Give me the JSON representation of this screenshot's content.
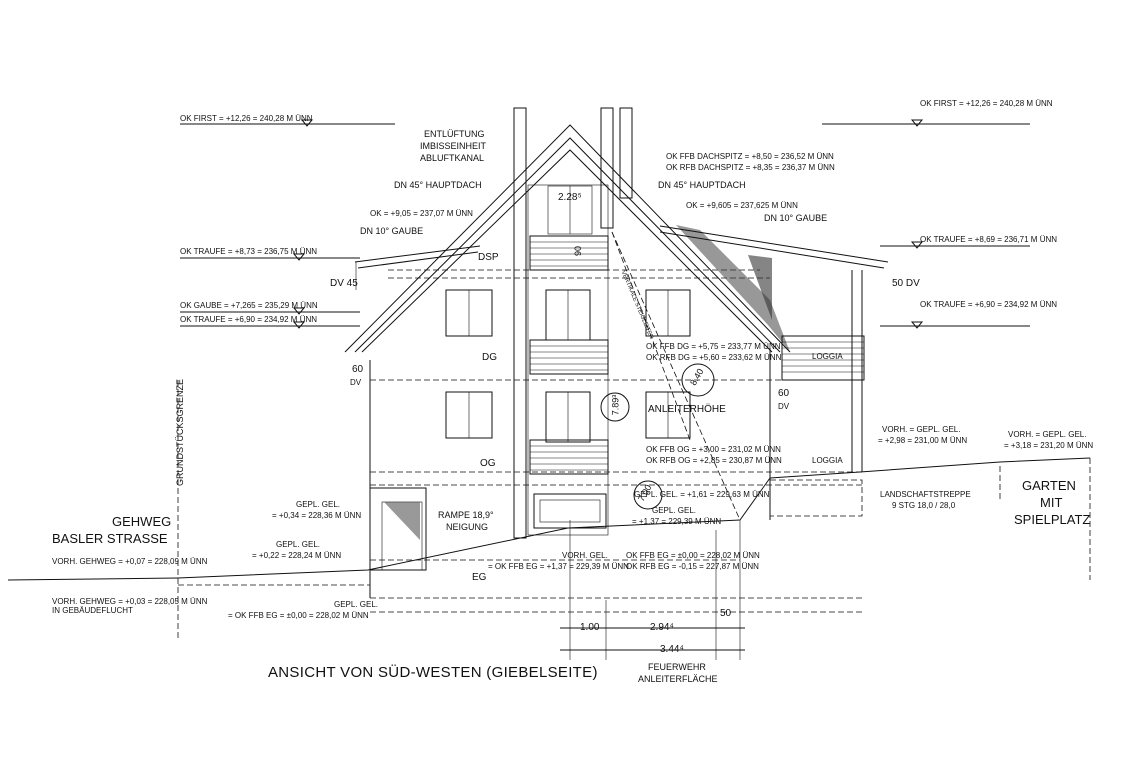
{
  "title": "ANSICHT VON SÜD-WESTEN (GIEBELSEITE)",
  "left_labels": {
    "gehweg": "GEHWEG",
    "street": "BASLER STRASSE",
    "grenze": "GRUNDSTÜCKSGRENZE",
    "vorh_gehweg_1": "VORH. GEHWEG = +0,07 = 228,09 M ÜNN",
    "vorh_gehweg_2": "VORH. GEHWEG = +0,03 = 228,05 M ÜNN",
    "in_flucht": "IN GEBÄUDEFLUCHT"
  },
  "right_labels": {
    "garten": "GARTEN",
    "mit": "MIT",
    "spielplatz": "SPIELPLATZ",
    "vorh_gel_a": "VORH. = GEPL. GEL.",
    "vorh_gel_a_val": "= +2,98 = 231,00 M ÜNN",
    "vorh_gel_b": "VORH. = GEPL. GEL.",
    "vorh_gel_b_val": "= +3,18 = 231,20 M ÜNN",
    "landschaft": "LANDSCHAFTSTREPPE",
    "stg": "9 STG 18,0 / 28,0"
  },
  "levels_left": {
    "ok_first": "OK FIRST = +12,26 = 240,28 M ÜNN",
    "ok_traufe_1": "OK TRAUFE = +8,73 = 236,75 M ÜNN",
    "ok_gaube": "OK GAUBE = +7,265 = 235,29 M ÜNN",
    "ok_traufe_2": "OK TRAUFE = +6,90 = 234,92 M ÜNN"
  },
  "levels_right": {
    "ok_first": "OK FIRST = +12,26 = 240,28 M ÜNN",
    "ok_traufe_1": "OK TRAUFE = +8,69 = 236,71 M ÜNN",
    "ok_traufe_2": "OK TRAUFE = +6,90 = 234,92 M ÜNN"
  },
  "roof": {
    "entlueftung_1": "ENTLÜFTUNG",
    "entlueftung_2": "IMBISSEINHEIT",
    "entlueftung_3": "ABLUFTKANAL",
    "dn45_left": "DN 45° HAUPTDACH",
    "dn45_right": "DN 45° HAUPTDACH",
    "dn10_left": "DN 10° GAUBE",
    "dn10_right": "DN 10° GAUBE",
    "ok_left": "OK = +9,05 = 237,07 M ÜNN",
    "ok_right": "OK = +9,605 = 237,625 M ÜNN",
    "ok_ffb_dachspitz": "OK FFB DACHSPITZ = +8,50 = 236,52 M ÜNN",
    "ok_rfb_dachspitz": "OK RFB DACHSPITZ = +8,35 = 236,37 M ÜNN",
    "dim_228": "2.28⁵",
    "dim_90": "90",
    "dv45": "DV 45",
    "dv50": "50 DV",
    "dsp": "DSP"
  },
  "floors": {
    "dg": "DG",
    "og": "OG",
    "eg": "EG",
    "loggia_1": "LOGGIA",
    "loggia_2": "LOGGIA",
    "dv60_left": "60",
    "dv_left": "DV",
    "dv60_right": "60",
    "dv_right": "DV",
    "ok_ffb_dg": "OK FFB DG = +5,75 = 233,77 M ÜNN",
    "ok_rfb_dg": "OK RFB DG = +5,60 = 233,62 M ÜNN",
    "ok_ffb_og": "OK FFB OG = +3,00 = 231,02 M ÜNN",
    "ok_rfb_og": "OK RFB OG = +2,85 = 230,87 M ÜNN",
    "anleiterhoehe": "ANLEITERHÖHE",
    "dim_789": "7.89³",
    "dim_840": "8.40",
    "dim_700": "7.00",
    "leiter": "VERTIKALE STEIGLEITER"
  },
  "ground": {
    "gepl_gel_1": "GEPL. GEL.",
    "gepl_gel_1_val": "= +0,34 = 228,36 M ÜNN",
    "gepl_gel_2": "GEPL. GEL.",
    "gepl_gel_2_val": "= +0,22 = 228,24 M ÜNN",
    "gepl_gel_3": "GEPL. GEL.",
    "gepl_gel_3_val": "= OK FFB EG = ±0,00 = 228,02 M ÜNN",
    "rampe_1": "RAMPE 18,9°",
    "rampe_2": "NEIGUNG",
    "gepl_gel_4": "GEPL. GEL. = +1,61 = 229,63 M ÜNN",
    "gepl_gel_5": "GEPL. GEL.",
    "gepl_gel_5_val": "= +1,37 = 229,39 M ÜNN",
    "vorh_gel": "VORH. GEL.",
    "vorh_gel_val": "= OK FFB EG = +1,37 = 229,39 M ÜNN",
    "ok_ffb_eg": "OK FFB EG = ±0,00 = 228,02 M ÜNN",
    "ok_rfb_eg": "OK RFB EG = -0,15 = 227,87 M ÜNN"
  },
  "dimensions": {
    "d100": "1.00",
    "d294": "2.94⁴",
    "d50": "50",
    "d344": "3.44⁴",
    "feuerwehr_1": "FEUERWEHR",
    "feuerwehr_2": "ANLEITERFLÄCHE"
  }
}
